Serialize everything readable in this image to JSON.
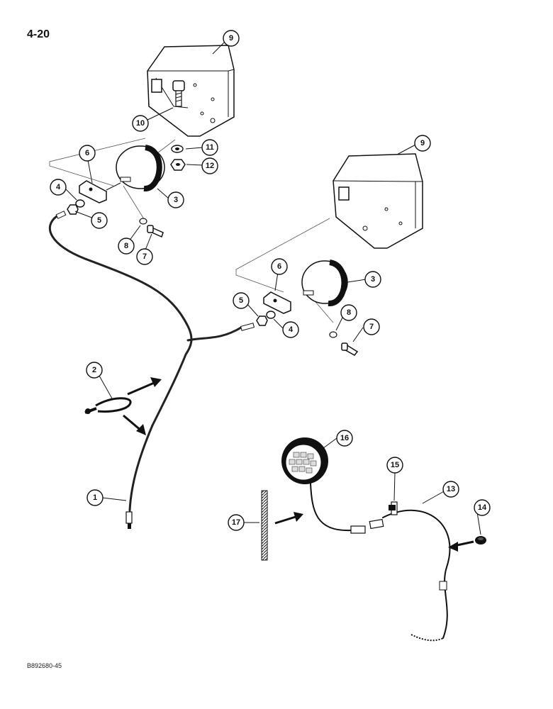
{
  "page_number": "4-20",
  "doc_code": "B892680-45",
  "callouts": {
    "c1": "1",
    "c2": "2",
    "c3a": "3",
    "c3b": "3",
    "c4a": "4",
    "c4b": "4",
    "c5a": "5",
    "c5b": "5",
    "c6a": "6",
    "c6b": "6",
    "c7a": "7",
    "c7b": "7",
    "c8a": "8",
    "c8b": "8",
    "c9a": "9",
    "c9b": "9",
    "c10": "10",
    "c11": "11",
    "c12": "12",
    "c13": "13",
    "c14": "14",
    "c15": "15",
    "c16": "16",
    "c17": "17"
  }
}
